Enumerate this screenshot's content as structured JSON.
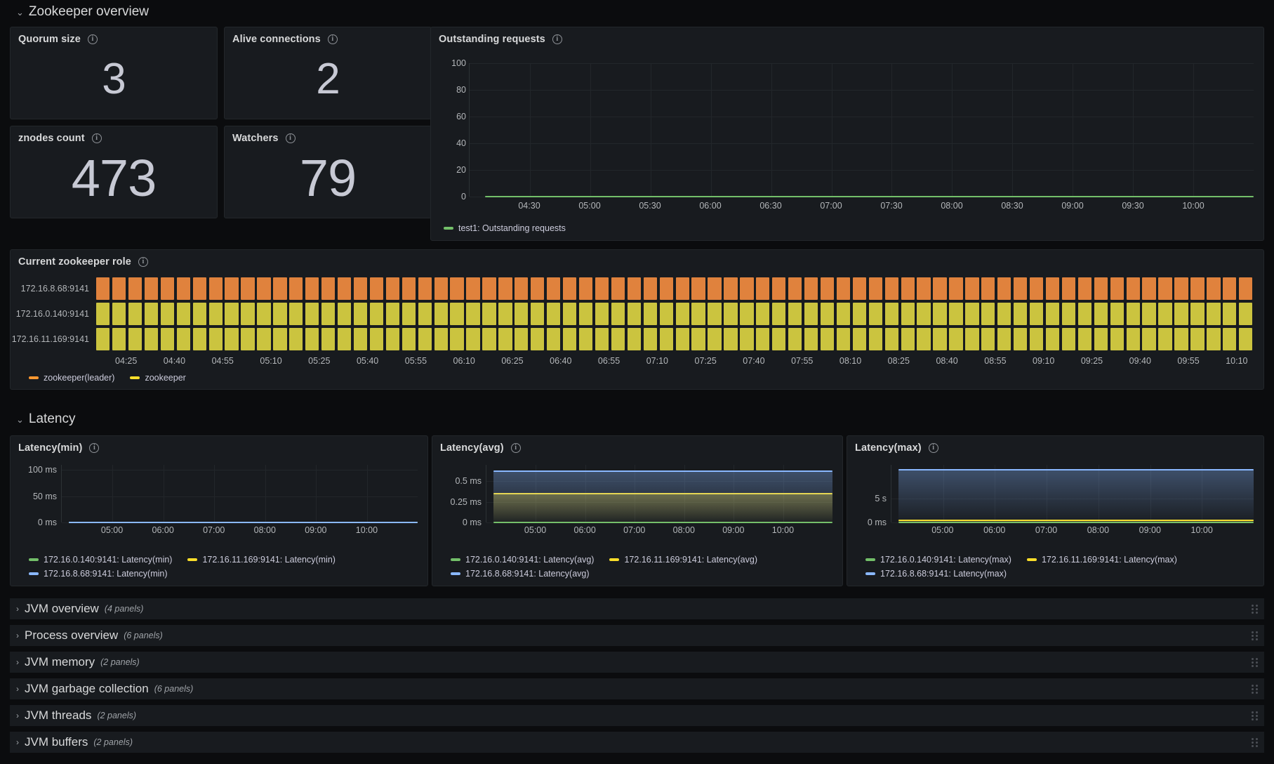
{
  "rows": {
    "zookeeper_overview": {
      "title": "Zookeeper overview",
      "caret": "⌄"
    },
    "latency": {
      "title": "Latency",
      "caret": "⌄"
    }
  },
  "info_glyph": "i",
  "stats": [
    {
      "title": "Quorum size",
      "value": "3"
    },
    {
      "title": "Alive connections",
      "value": "2"
    },
    {
      "title": "znodes count",
      "value": "473"
    },
    {
      "title": "Watchers",
      "value": "79"
    }
  ],
  "outstanding": {
    "title": "Outstanding requests",
    "legend": [
      {
        "label": "test1: Outstanding requests",
        "color": "#73bf69"
      }
    ]
  },
  "zk_role": {
    "title": "Current zookeeper role",
    "rows": [
      "172.16.8.68:9141",
      "172.16.0.140:9141",
      "172.16.11.169:9141"
    ],
    "legend": [
      {
        "label": "zookeeper(leader)",
        "color": "#ff9830"
      },
      {
        "label": "zookeeper",
        "color": "#fade2a"
      }
    ],
    "xticks": [
      "04:25",
      "04:40",
      "04:55",
      "05:10",
      "05:25",
      "05:40",
      "05:55",
      "06:10",
      "06:25",
      "06:40",
      "06:55",
      "07:10",
      "07:25",
      "07:40",
      "07:55",
      "08:10",
      "08:25",
      "08:40",
      "08:55",
      "09:10",
      "09:25",
      "09:40",
      "09:55",
      "10:10"
    ]
  },
  "latency_panels": [
    {
      "title": "Latency(min)",
      "legend": [
        {
          "label": "172.16.0.140:9141: Latency(min)",
          "color": "#73bf69"
        },
        {
          "label": "172.16.11.169:9141: Latency(min)",
          "color": "#fade2a"
        },
        {
          "label": "172.16.8.68:9141: Latency(min)",
          "color": "#8ab8ff"
        }
      ]
    },
    {
      "title": "Latency(avg)",
      "legend": [
        {
          "label": "172.16.0.140:9141: Latency(avg)",
          "color": "#73bf69"
        },
        {
          "label": "172.16.11.169:9141: Latency(avg)",
          "color": "#fade2a"
        },
        {
          "label": "172.16.8.68:9141: Latency(avg)",
          "color": "#8ab8ff"
        }
      ]
    },
    {
      "title": "Latency(max)",
      "legend": [
        {
          "label": "172.16.0.140:9141: Latency(max)",
          "color": "#73bf69"
        },
        {
          "label": "172.16.11.169:9141: Latency(max)",
          "color": "#fade2a"
        },
        {
          "label": "172.16.8.68:9141: Latency(max)",
          "color": "#8ab8ff"
        }
      ]
    }
  ],
  "collapsed_rows": [
    {
      "title": "JVM overview",
      "count": "(4 panels)",
      "caret": "›"
    },
    {
      "title": "Process overview",
      "count": "(6 panels)",
      "caret": "›"
    },
    {
      "title": "JVM memory",
      "count": "(2 panels)",
      "caret": "›"
    },
    {
      "title": "JVM garbage collection",
      "count": "(6 panels)",
      "caret": "›"
    },
    {
      "title": "JVM threads",
      "count": "(2 panels)",
      "caret": "›"
    },
    {
      "title": "JVM buffers",
      "count": "(2 panels)",
      "caret": "›"
    }
  ],
  "chart_data": [
    {
      "type": "line",
      "title": "Outstanding requests",
      "xlabel": "",
      "ylabel": "",
      "ylim": [
        0,
        100
      ],
      "yticks": [
        0,
        20,
        40,
        60,
        80,
        100
      ],
      "xticks": [
        "04:30",
        "05:00",
        "05:30",
        "06:00",
        "06:30",
        "07:00",
        "07:30",
        "08:00",
        "08:30",
        "09:00",
        "09:30",
        "10:00"
      ],
      "grid": true,
      "legend_position": "bottom",
      "series": [
        {
          "name": "test1: Outstanding requests",
          "color": "#73bf69",
          "constant_value": 0
        }
      ]
    },
    {
      "type": "heatmap",
      "title": "Current zookeeper role",
      "categories": [
        "172.16.8.68:9141",
        "172.16.0.140:9141",
        "172.16.11.169:9141"
      ],
      "states": [
        {
          "row": "172.16.8.68:9141",
          "state": "zookeeper(leader)",
          "color": "#e0823d"
        },
        {
          "row": "172.16.0.140:9141",
          "state": "zookeeper",
          "color": "#cbc43f"
        },
        {
          "row": "172.16.11.169:9141",
          "state": "zookeeper",
          "color": "#cbc43f"
        }
      ],
      "xticks": [
        "04:25",
        "04:40",
        "04:55",
        "05:10",
        "05:25",
        "05:40",
        "05:55",
        "06:10",
        "06:25",
        "06:40",
        "06:55",
        "07:10",
        "07:25",
        "07:40",
        "07:55",
        "08:10",
        "08:25",
        "08:40",
        "08:55",
        "09:10",
        "09:25",
        "09:40",
        "09:55",
        "10:10"
      ],
      "legend_position": "bottom"
    },
    {
      "type": "line",
      "title": "Latency(min)",
      "ylim": [
        0,
        110
      ],
      "yticks_labels": [
        "0 ms",
        "50 ms",
        "100 ms"
      ],
      "yticks": [
        0,
        50,
        100
      ],
      "xticks": [
        "05:00",
        "06:00",
        "07:00",
        "08:00",
        "09:00",
        "10:00"
      ],
      "grid": true,
      "legend_position": "bottom",
      "series": [
        {
          "name": "172.16.0.140:9141: Latency(min)",
          "color": "#73bf69",
          "constant_value": 0
        },
        {
          "name": "172.16.11.169:9141: Latency(min)",
          "color": "#fade2a",
          "constant_value": 0
        },
        {
          "name": "172.16.8.68:9141: Latency(min)",
          "color": "#8ab8ff",
          "constant_value": 0
        }
      ]
    },
    {
      "type": "area",
      "title": "Latency(avg)",
      "ylim": [
        0,
        0.7
      ],
      "yticks_labels": [
        "0 ms",
        "0.25 ms",
        "0.5 ms"
      ],
      "yticks": [
        0,
        0.25,
        0.5
      ],
      "xticks": [
        "05:00",
        "06:00",
        "07:00",
        "08:00",
        "09:00",
        "10:00"
      ],
      "grid": true,
      "legend_position": "bottom",
      "series": [
        {
          "name": "172.16.0.140:9141: Latency(avg)",
          "color": "#73bf69",
          "constant_value": 0
        },
        {
          "name": "172.16.11.169:9141: Latency(avg)",
          "color": "#fade2a",
          "constant_value": 0.35
        },
        {
          "name": "172.16.8.68:9141: Latency(avg)",
          "color": "#8ab8ff",
          "constant_value": 0.62
        }
      ]
    },
    {
      "type": "area",
      "title": "Latency(max)",
      "ylim": [
        0,
        12
      ],
      "yticks_labels": [
        "0 ms",
        "5 s"
      ],
      "yticks": [
        0,
        5
      ],
      "xticks": [
        "05:00",
        "06:00",
        "07:00",
        "08:00",
        "09:00",
        "10:00"
      ],
      "grid": true,
      "legend_position": "bottom",
      "series": [
        {
          "name": "172.16.0.140:9141: Latency(max)",
          "color": "#73bf69",
          "constant_value": 0
        },
        {
          "name": "172.16.11.169:9141: Latency(max)",
          "color": "#fade2a",
          "constant_value": 0.4
        },
        {
          "name": "172.16.8.68:9141: Latency(max)",
          "color": "#8ab8ff",
          "constant_value": 11
        }
      ]
    }
  ]
}
